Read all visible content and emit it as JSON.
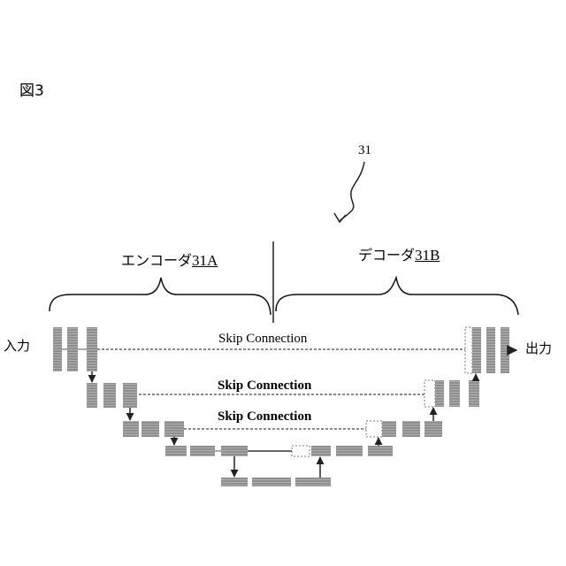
{
  "figure_label": "図3",
  "reference_number": "31",
  "encoder": {
    "label": "エンコーダ",
    "ref": "31A"
  },
  "decoder": {
    "label": "デコーダ",
    "ref": "31B"
  },
  "input_label": "入力",
  "output_label": "出力",
  "skip_connections": [
    "Skip Connection",
    "Skip Connection",
    "Skip Connection"
  ],
  "colors": {
    "block": "#8c8c8c",
    "line": "#333333",
    "arrow": "#222222"
  }
}
